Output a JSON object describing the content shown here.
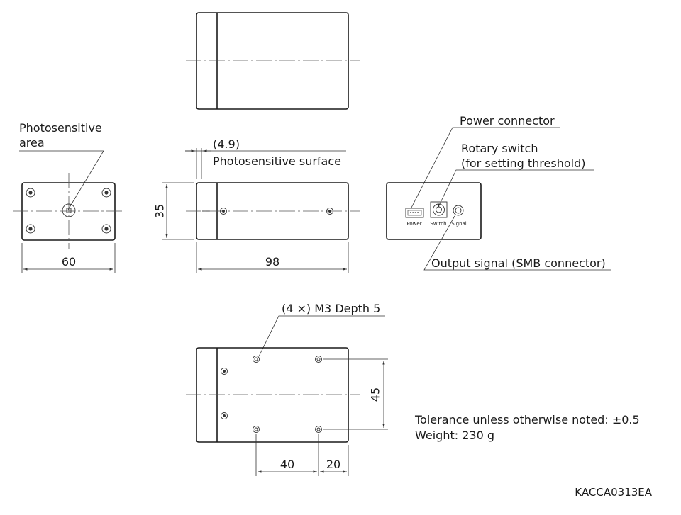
{
  "top_view": {},
  "front_view": {
    "photosensitive_area_label_line1": "Photosensitive",
    "photosensitive_area_label_line2": "area",
    "width_dim": "60"
  },
  "side_view": {
    "offset_dim": "(4.9)",
    "photosensitive_surface_label": "Photosensitive surface",
    "height_dim": "35",
    "length_dim": "98"
  },
  "rear_view": {
    "power_connector_label": "Power connector",
    "rotary_switch_label_line1": "Rotary switch",
    "rotary_switch_label_line2": "(for setting threshold)",
    "output_signal_label": "Output signal (SMB connector)",
    "panel_power": "Power",
    "panel_switch": "Switch",
    "panel_signal": "Signal"
  },
  "bottom_view": {
    "mount_holes_label": "(4 ×) M3 Depth 5",
    "hole_spacing_y_dim": "45",
    "hole_spacing_x_dim": "40",
    "edge_offset_dim": "20"
  },
  "notes": {
    "tolerance": "Tolerance unless otherwise noted:  ±0.5",
    "weight": "Weight:  230 g"
  },
  "drawing_code": "KACCA0313EA"
}
